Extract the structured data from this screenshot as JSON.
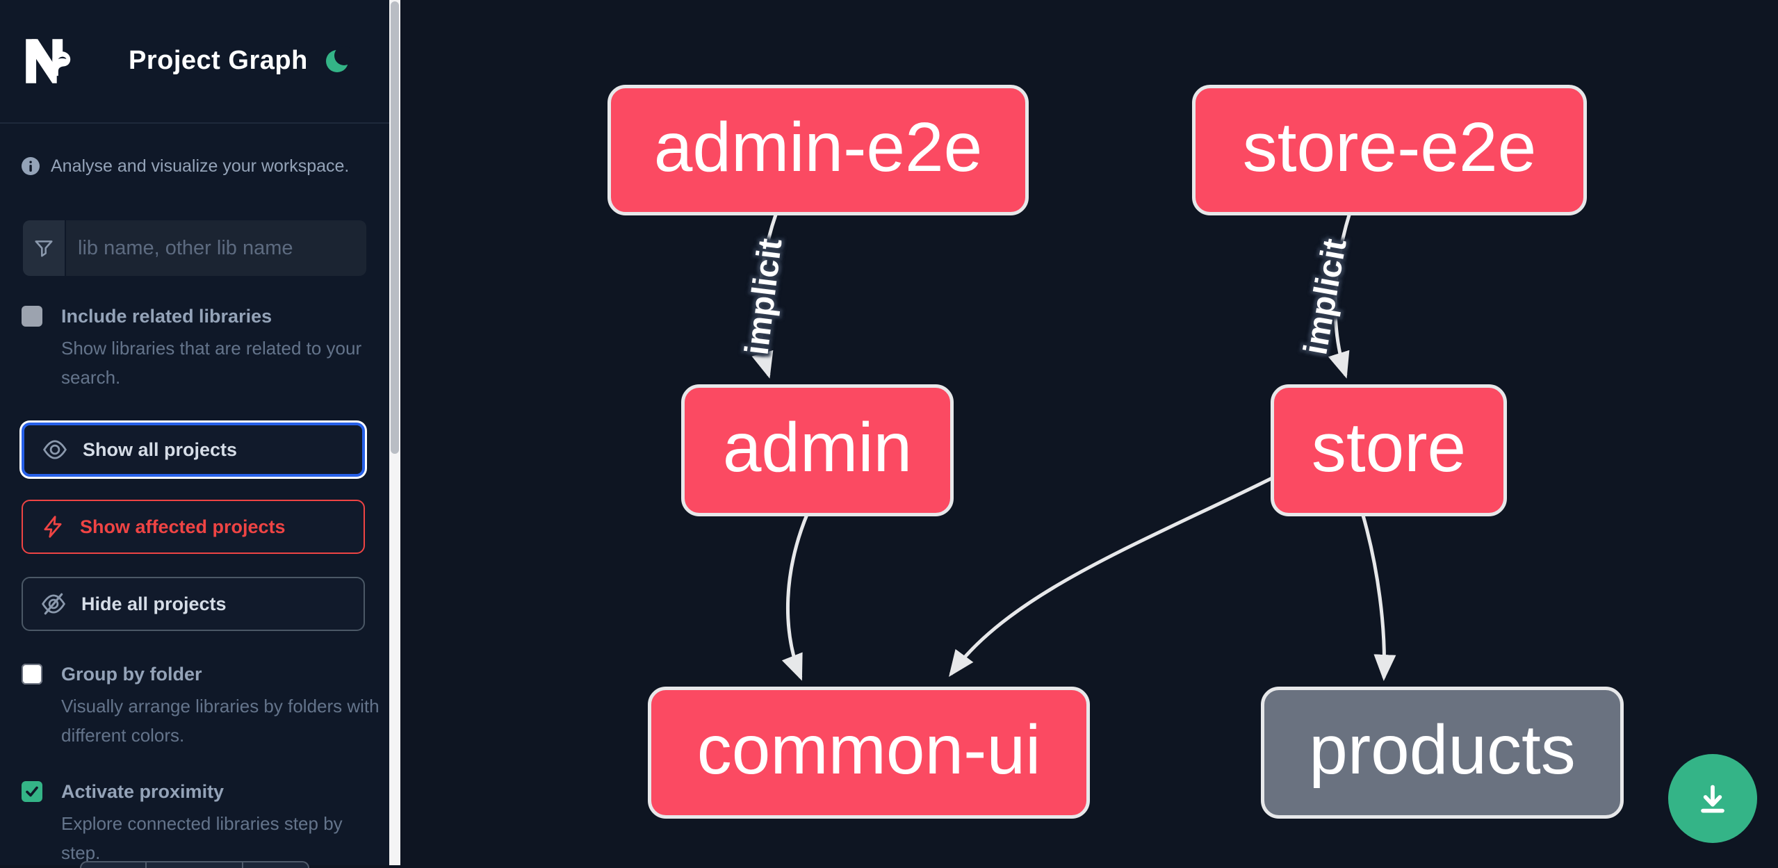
{
  "header": {
    "app": "Nx",
    "title": "Project Graph"
  },
  "intro": {
    "text": "Analyse and visualize your workspace."
  },
  "search": {
    "placeholder": "lib name, other lib name",
    "value": ""
  },
  "options": [
    {
      "label": "Include related libraries",
      "description": "Show libraries that are related to your search.",
      "checked": false
    },
    {
      "label": "Group by folder",
      "description": "Visually arrange libraries by folders with different colors.",
      "checked": false
    },
    {
      "label": "Activate proximity",
      "description": "Explore connected libraries step by step.",
      "checked": true
    }
  ],
  "actions": [
    {
      "label": "Show all projects",
      "focused": true
    },
    {
      "label": "Show affected projects",
      "variant": "affected"
    },
    {
      "label": "Hide all projects"
    }
  ],
  "graph": {
    "nodes": [
      {
        "id": "admin-e2e",
        "label": "admin-e2e",
        "type": "affected"
      },
      {
        "id": "store-e2e",
        "label": "store-e2e",
        "type": "affected"
      },
      {
        "id": "admin",
        "label": "admin",
        "type": "affected"
      },
      {
        "id": "store",
        "label": "store",
        "type": "affected"
      },
      {
        "id": "common-ui",
        "label": "common-ui",
        "type": "affected"
      },
      {
        "id": "products",
        "label": "products",
        "type": "default"
      }
    ],
    "edges": [
      {
        "from": "admin-e2e",
        "to": "admin",
        "label": "implicit"
      },
      {
        "from": "store-e2e",
        "to": "store",
        "label": "implicit"
      },
      {
        "from": "admin",
        "to": "common-ui",
        "label": ""
      },
      {
        "from": "store",
        "to": "common-ui",
        "label": ""
      },
      {
        "from": "store",
        "to": "products",
        "label": ""
      }
    ]
  },
  "colors": {
    "affected_node": "#fb4a62",
    "default_node": "#6a7280",
    "accent_green": "#34b487",
    "focus_blue": "#2760e8",
    "alert_red": "#ef4444",
    "edge": "#e7e8ea"
  }
}
